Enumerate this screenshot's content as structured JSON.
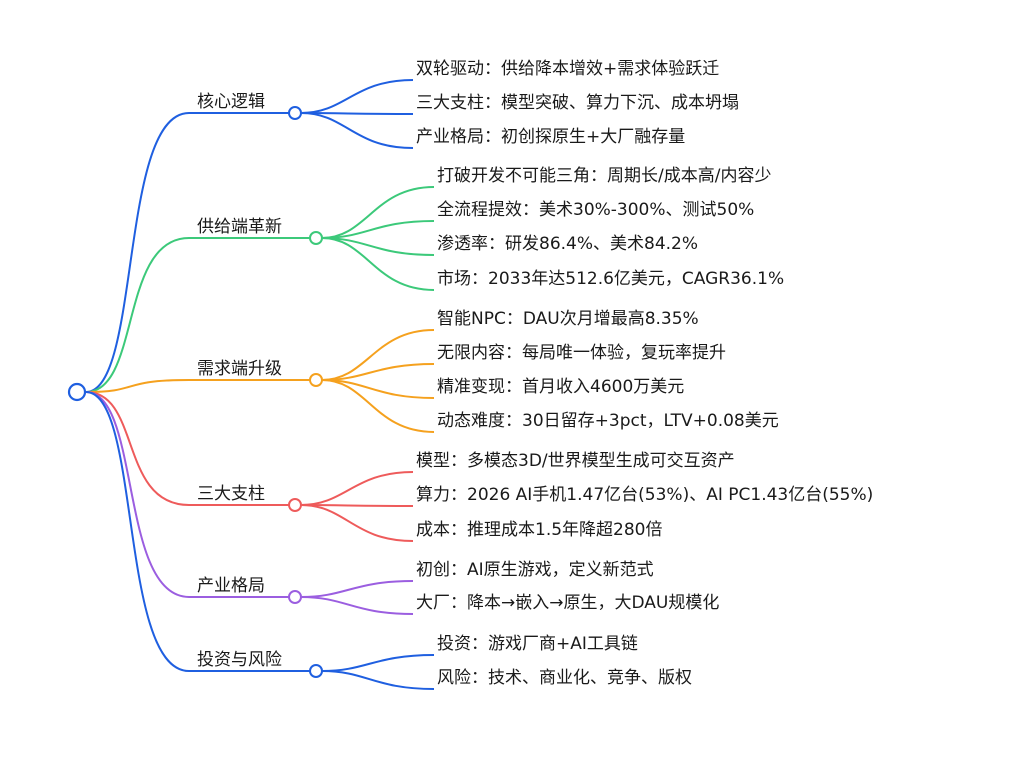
{
  "mindmap": {
    "branches": [
      {
        "label": "核心逻辑",
        "color": "#1f5fe0",
        "leaves": [
          "双轮驱动：供给降本增效+需求体验跃迁",
          "三大支柱：模型突破、算力下沉、成本坍塌",
          "产业格局：初创探原生+大厂融存量"
        ]
      },
      {
        "label": "供给端革新",
        "color": "#3cc97a",
        "leaves": [
          "打破开发不可能三角：周期长/成本高/内容少",
          "全流程提效：美术30%-300%、测试50%",
          "渗透率：研发86.4%、美术84.2%",
          "市场：2033年达512.6亿美元，CAGR36.1%"
        ]
      },
      {
        "label": "需求端升级",
        "color": "#f5a11e",
        "leaves": [
          "智能NPC：DAU次月增最高8.35%",
          "无限内容：每局唯一体验，复玩率提升",
          "精准变现：首月收入4600万美元",
          "动态难度：30日留存+3pct，LTV+0.08美元"
        ]
      },
      {
        "label": "三大支柱",
        "color": "#ee5b5b",
        "leaves": [
          "模型：多模态3D/世界模型生成可交互资产",
          "算力：2026 AI手机1.47亿台(53%)、AI PC1.43亿台(55%)",
          "成本：推理成本1.5年降超280倍"
        ]
      },
      {
        "label": "产业格局",
        "color": "#9b5ee0",
        "leaves": [
          "初创：AI原生游戏，定义新范式",
          "大厂：降本→嵌入→原生，大DAU规模化"
        ]
      },
      {
        "label": "投资与风险",
        "color": "#1f5fe0",
        "leaves": [
          "投资：游戏厂商+AI工具链",
          "风险：技术、商业化、竞争、版权"
        ]
      }
    ]
  }
}
